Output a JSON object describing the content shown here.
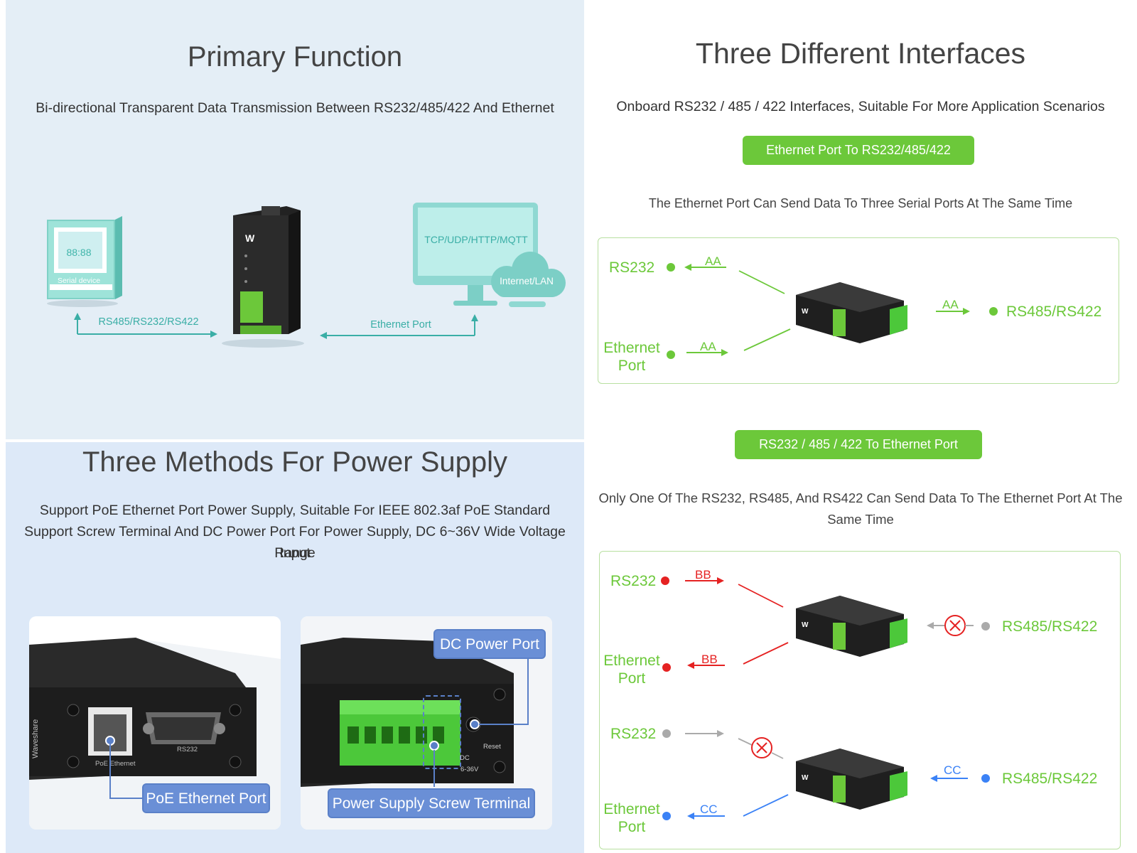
{
  "primary": {
    "title": "Primary Function",
    "subtitle": "Bi-directional Transparent Data Transmission Between RS232/485/422 And Ethernet",
    "serial_display": "88:88",
    "serial_caption": "Serial device",
    "serial_link_label": "RS485/RS232/RS422",
    "ethernet_link_label": "Ethernet Port",
    "monitor_text": "TCP/UDP/HTTP/MQTT",
    "cloud_text": "Internet/LAN"
  },
  "power": {
    "title": "Three Methods For Power Supply",
    "line1": "Support PoE Ethernet Port Power Supply, Suitable For IEEE 802.3af PoE Standard",
    "line2": "Support Screw Terminal And DC Power Port For Power Supply, DC 6~36V Wide Voltage Range",
    "line3": "Input",
    "poe_callout": "PoE Ethernet Port",
    "dc_callout": "DC Power Port",
    "screw_callout": "Power Supply Screw Terminal",
    "poe_port_label": "PoE Ethernet",
    "rs232_port_label": "RS232",
    "dc_label": "DC",
    "reset_label": "Reset",
    "voltage_label": "6-36V",
    "brand_text": "Waveshare"
  },
  "interfaces": {
    "title": "Three Different Interfaces",
    "subtitle": "Onboard RS232 / 485 / 422 Interfaces, Suitable For More Application Scenarios",
    "eth_to_serial_button": "Ethernet Port To RS232/485/422",
    "eth_to_serial_desc": "The Ethernet Port Can Send Data To Three Serial Ports At The Same Time",
    "serial_to_eth_button": "RS232 / 485 / 422 To Ethernet Port",
    "serial_to_eth_desc": "Only One Of The RS232, RS485, And RS422 Can Send Data To The Ethernet Port At The Same Time",
    "diagram1": {
      "rs232": "RS232",
      "ethernet": "Ethernet Port",
      "rs485": "RS485/RS422",
      "tag_rs232": "AA",
      "tag_eth": "AA",
      "tag_rs485": "AA"
    },
    "diagram2": {
      "rs232": "RS232",
      "ethernet": "Ethernet Port",
      "rs485": "RS485/RS422",
      "tag_rs232": "BB",
      "tag_eth": "BB"
    },
    "diagram3": {
      "rs232": "RS232",
      "ethernet": "Ethernet Port",
      "rs485": "RS485/RS422",
      "tag_rs485": "CC",
      "tag_eth": "CC"
    }
  },
  "colors": {
    "accent_green": "#6cc83a",
    "red": "#e52222",
    "blue": "#3b82f6",
    "teal": "#3aaea6",
    "callout_blue": "#6a8fd6"
  }
}
